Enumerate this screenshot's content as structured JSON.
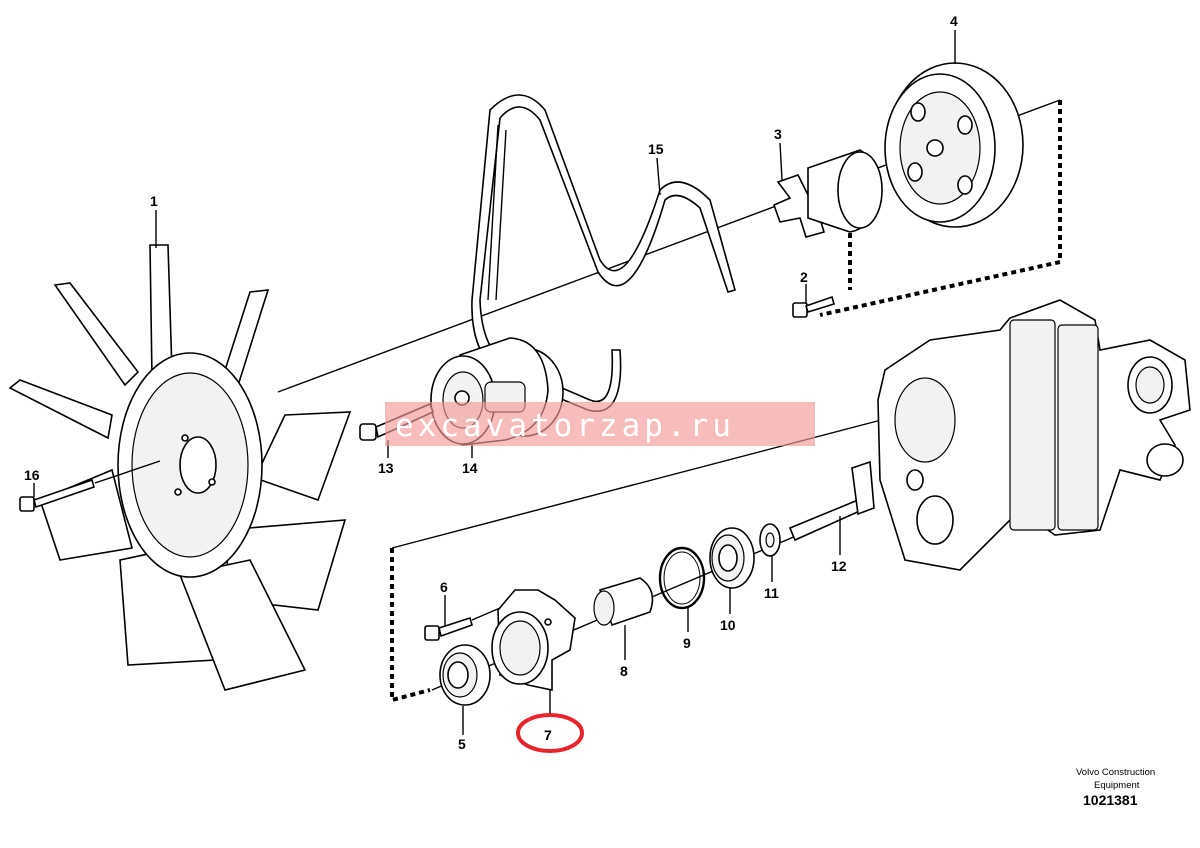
{
  "labels": {
    "p1": "1",
    "p2": "2",
    "p3": "3",
    "p4": "4",
    "p5": "5",
    "p6": "6",
    "p7": "7",
    "p8": "8",
    "p9": "9",
    "p10": "10",
    "p11": "11",
    "p12": "12",
    "p13": "13",
    "p14": "14",
    "p15": "15",
    "p16": "16"
  },
  "highlight": {
    "part": "7",
    "color": "#e8232a"
  },
  "watermark": {
    "text": "excavatorzap.ru",
    "color": "#f29a9a"
  },
  "footer": {
    "brand_line1": "Volvo Construction",
    "brand_line2": "Equipment",
    "doc_number": "1021381"
  }
}
